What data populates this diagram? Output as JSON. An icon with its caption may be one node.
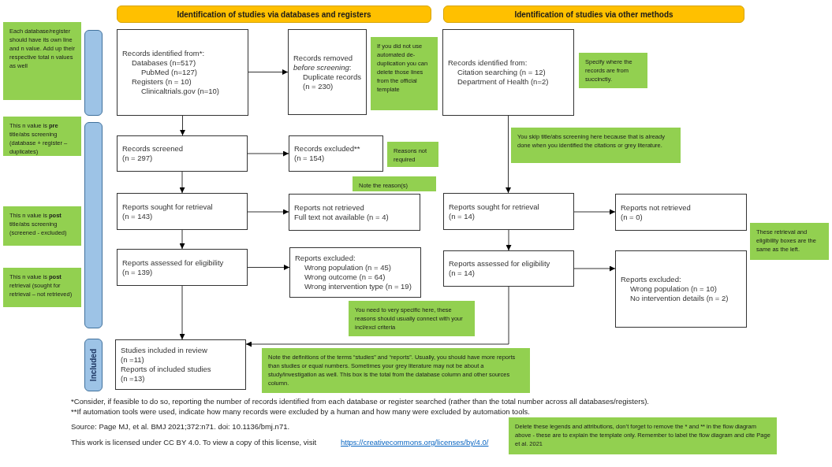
{
  "diagram": {
    "nodes": [
      {
        "text": [
          "Identification of studies via databases and registers"
        ]
      },
      {
        "text": [
          "Identification of studies via other methods"
        ]
      },
      {
        "text": [],
        "shape": "bar"
      },
      {
        "text": [
          "Each database/register should have its own line and n value. Add up their respective total n values as well"
        ]
      },
      {
        "text": [
          "Records identified from*:",
          "Databases (n=517)",
          "PubMed (n=127)",
          "Registers (n = 10)",
          "Clinicaltrials.gov (n=10)"
        ]
      },
      {
        "text": [
          "Records removed *before screening*:",
          "Duplicate records",
          "(n = 230)"
        ]
      },
      {
        "text": [
          "If you did not use automated de-duplication you can delete those lines from the official template"
        ]
      },
      {
        "text": [
          "Records identified from:",
          "Citation searching (n = 12)",
          "Department of Health (n=2)"
        ]
      },
      {
        "text": [
          "Specify where the records are from succinctly."
        ]
      },
      {
        "text": [],
        "shape": "bar"
      },
      {
        "text": [
          "This n value is **pre** title/abs screening (database + register – duplicates)"
        ]
      },
      {
        "text": [
          "Records screened",
          "(n = 297)"
        ]
      },
      {
        "text": [
          "Records excluded**",
          "(n = 154)"
        ]
      },
      {
        "text": [
          "Reasons not required"
        ]
      },
      {
        "text": [
          "You skip title/abs screening here because that is already done when you identified the citations or grey literature."
        ]
      },
      {
        "text": [
          "Note the reason(s)"
        ]
      },
      {
        "text": [
          "Reports sought for retrieval",
          "(n = 143)"
        ]
      },
      {
        "text": [
          "Reports not retrieved",
          "Full text not available (n = 4)"
        ]
      },
      {
        "text": [
          "Reports sought for retrieval",
          "(n = 14)"
        ]
      },
      {
        "text": [
          "Reports not retrieved",
          "(n = 0)"
        ]
      },
      {
        "text": [
          "This n value is **post** title/abs screening (screened - excluded)"
        ]
      },
      {
        "text": [
          "These retrieval and eligibility boxes are the same as the left."
        ]
      },
      {
        "text": [
          "Reports assessed for eligibility",
          "(n = 139)"
        ]
      },
      {
        "text": [
          "Reports excluded:",
          "Wrong population (n = 45)",
          "Wrong outcome (n = 64)",
          "Wrong intervention type (n = 19)"
        ]
      },
      {
        "text": [
          "Reports assessed for eligibility",
          "(n = 14)"
        ]
      },
      {
        "text": [
          "Reports excluded:",
          "Wrong population (n = 10)",
          "No intervention details (n = 2)"
        ]
      },
      {
        "text": [
          "This n value is **post** retrieval (sought for retrieval – not retrieved)"
        ]
      },
      {
        "text": [
          "You need to very specific here, these reasons should usually connect with your incl/excl criteria"
        ]
      },
      {
        "text": [
          "Included"
        ]
      },
      {
        "text": [
          "Studies included in review",
          "(n =11)",
          "Reports of included studies",
          "(n =13)"
        ]
      },
      {
        "text": [
          "Note the definitions of the terms “studies” and “reports”. Usually, you should have more reports than studies or equal numbers. Sometimes your grey literature may not be about a study/investigation as well. This box is the total from the database column and other sources column."
        ]
      },
      {
        "text": [
          "Delete these legends and attributions, don’t forget to remove the * and ** in the flow diagram above - these are to explain the template only. Remember to label the flow diagram and cite Page et al. 2021"
        ]
      }
    ],
    "edges": [
      {
        "from": 4,
        "to": 5,
        "arrow": "to"
      },
      {
        "from": 4,
        "to": 11,
        "arrow": "to"
      },
      {
        "from": 11,
        "to": 12,
        "arrow": "to"
      },
      {
        "from": 11,
        "to": 16,
        "arrow": "to"
      },
      {
        "from": 16,
        "to": 17,
        "arrow": "to"
      },
      {
        "from": 16,
        "to": 22,
        "arrow": "to"
      },
      {
        "from": 22,
        "to": 23,
        "arrow": "to"
      },
      {
        "from": 22,
        "to": 29,
        "arrow": "to"
      },
      {
        "from": 7,
        "to": 18,
        "arrow": "to"
      },
      {
        "from": 18,
        "to": 19,
        "arrow": "to"
      },
      {
        "from": 18,
        "to": 24,
        "arrow": "to"
      },
      {
        "from": 24,
        "to": 25,
        "arrow": "to"
      },
      {
        "from": 24,
        "to": 29,
        "arrow": "to"
      }
    ],
    "labels": [
      "*Consider, if feasible to do so, reporting the number of records identified from each database or register searched (rather than the total number across all databases/registers).",
      "**If automation tools were used, indicate how many records were excluded by a human and how many were excluded by automation tools.",
      "Source: Page MJ, et al. BMJ 2021;372:n71. doi: 10.1136/bmj.n71.",
      "This work is licensed under CC BY 4.0. To view a copy of this license, visit",
      "https://creativecommons.org/licenses/by/4.0/"
    ]
  }
}
